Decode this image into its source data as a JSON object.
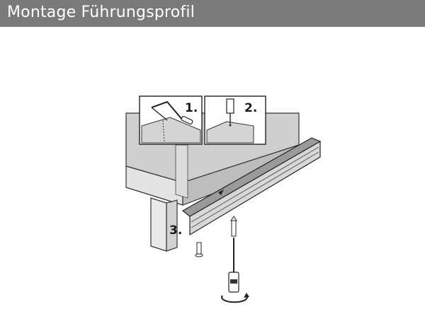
{
  "header": {
    "title": "Montage Führungsprofil",
    "background_color": "#7a7a7a",
    "text_color": "#ffffff"
  },
  "illustration": {
    "steps": [
      {
        "label": "1.",
        "icon": "saw-icon"
      },
      {
        "label": "2.",
        "icon": "drill-icon"
      },
      {
        "label": "3.",
        "icon": "screwdriver-icon"
      }
    ]
  }
}
